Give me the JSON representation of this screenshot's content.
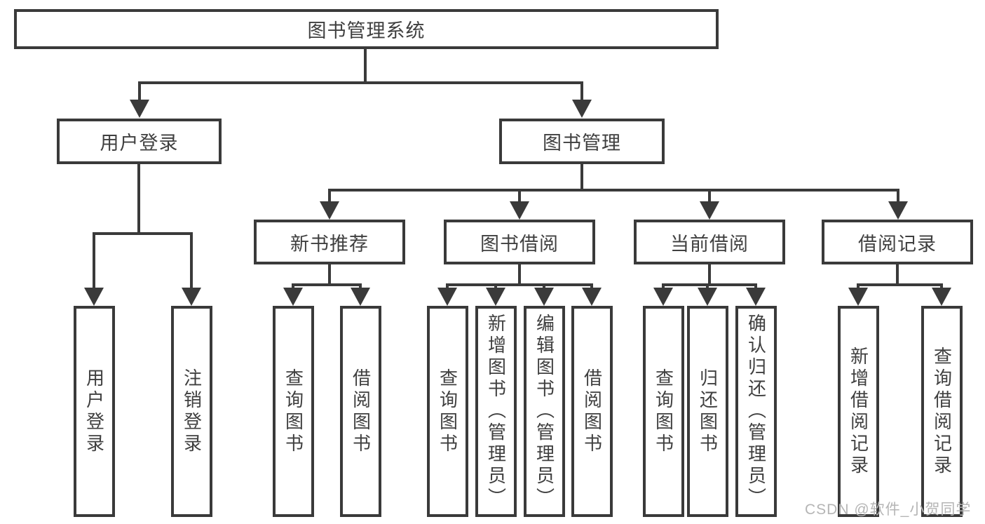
{
  "root": {
    "label": "图书管理系统"
  },
  "branches": [
    {
      "label": "用户登录",
      "leaves": [
        "用户登录",
        "注销登录"
      ]
    },
    {
      "label": "图书管理",
      "sections": [
        {
          "label": "新书推荐",
          "leaves": [
            "查询图书",
            "借阅图书"
          ]
        },
        {
          "label": "图书借阅",
          "leaves": [
            "查询图书",
            "新增图书（管理员）",
            "编辑图书（管理员）",
            "借阅图书"
          ]
        },
        {
          "label": "当前借阅",
          "leaves": [
            "查询图书",
            "归还图书",
            "确认归还（管理员）"
          ]
        },
        {
          "label": "借阅记录",
          "leaves": [
            "新增借阅记录",
            "查询借阅记录"
          ]
        }
      ]
    }
  ],
  "watermark": {
    "text": "CSDN @软件_小贺同学",
    "color": "#b5b5b5"
  },
  "colors": {
    "line": "#3a3a3a",
    "text": "#3f3f3f",
    "background": "#ffffff"
  }
}
